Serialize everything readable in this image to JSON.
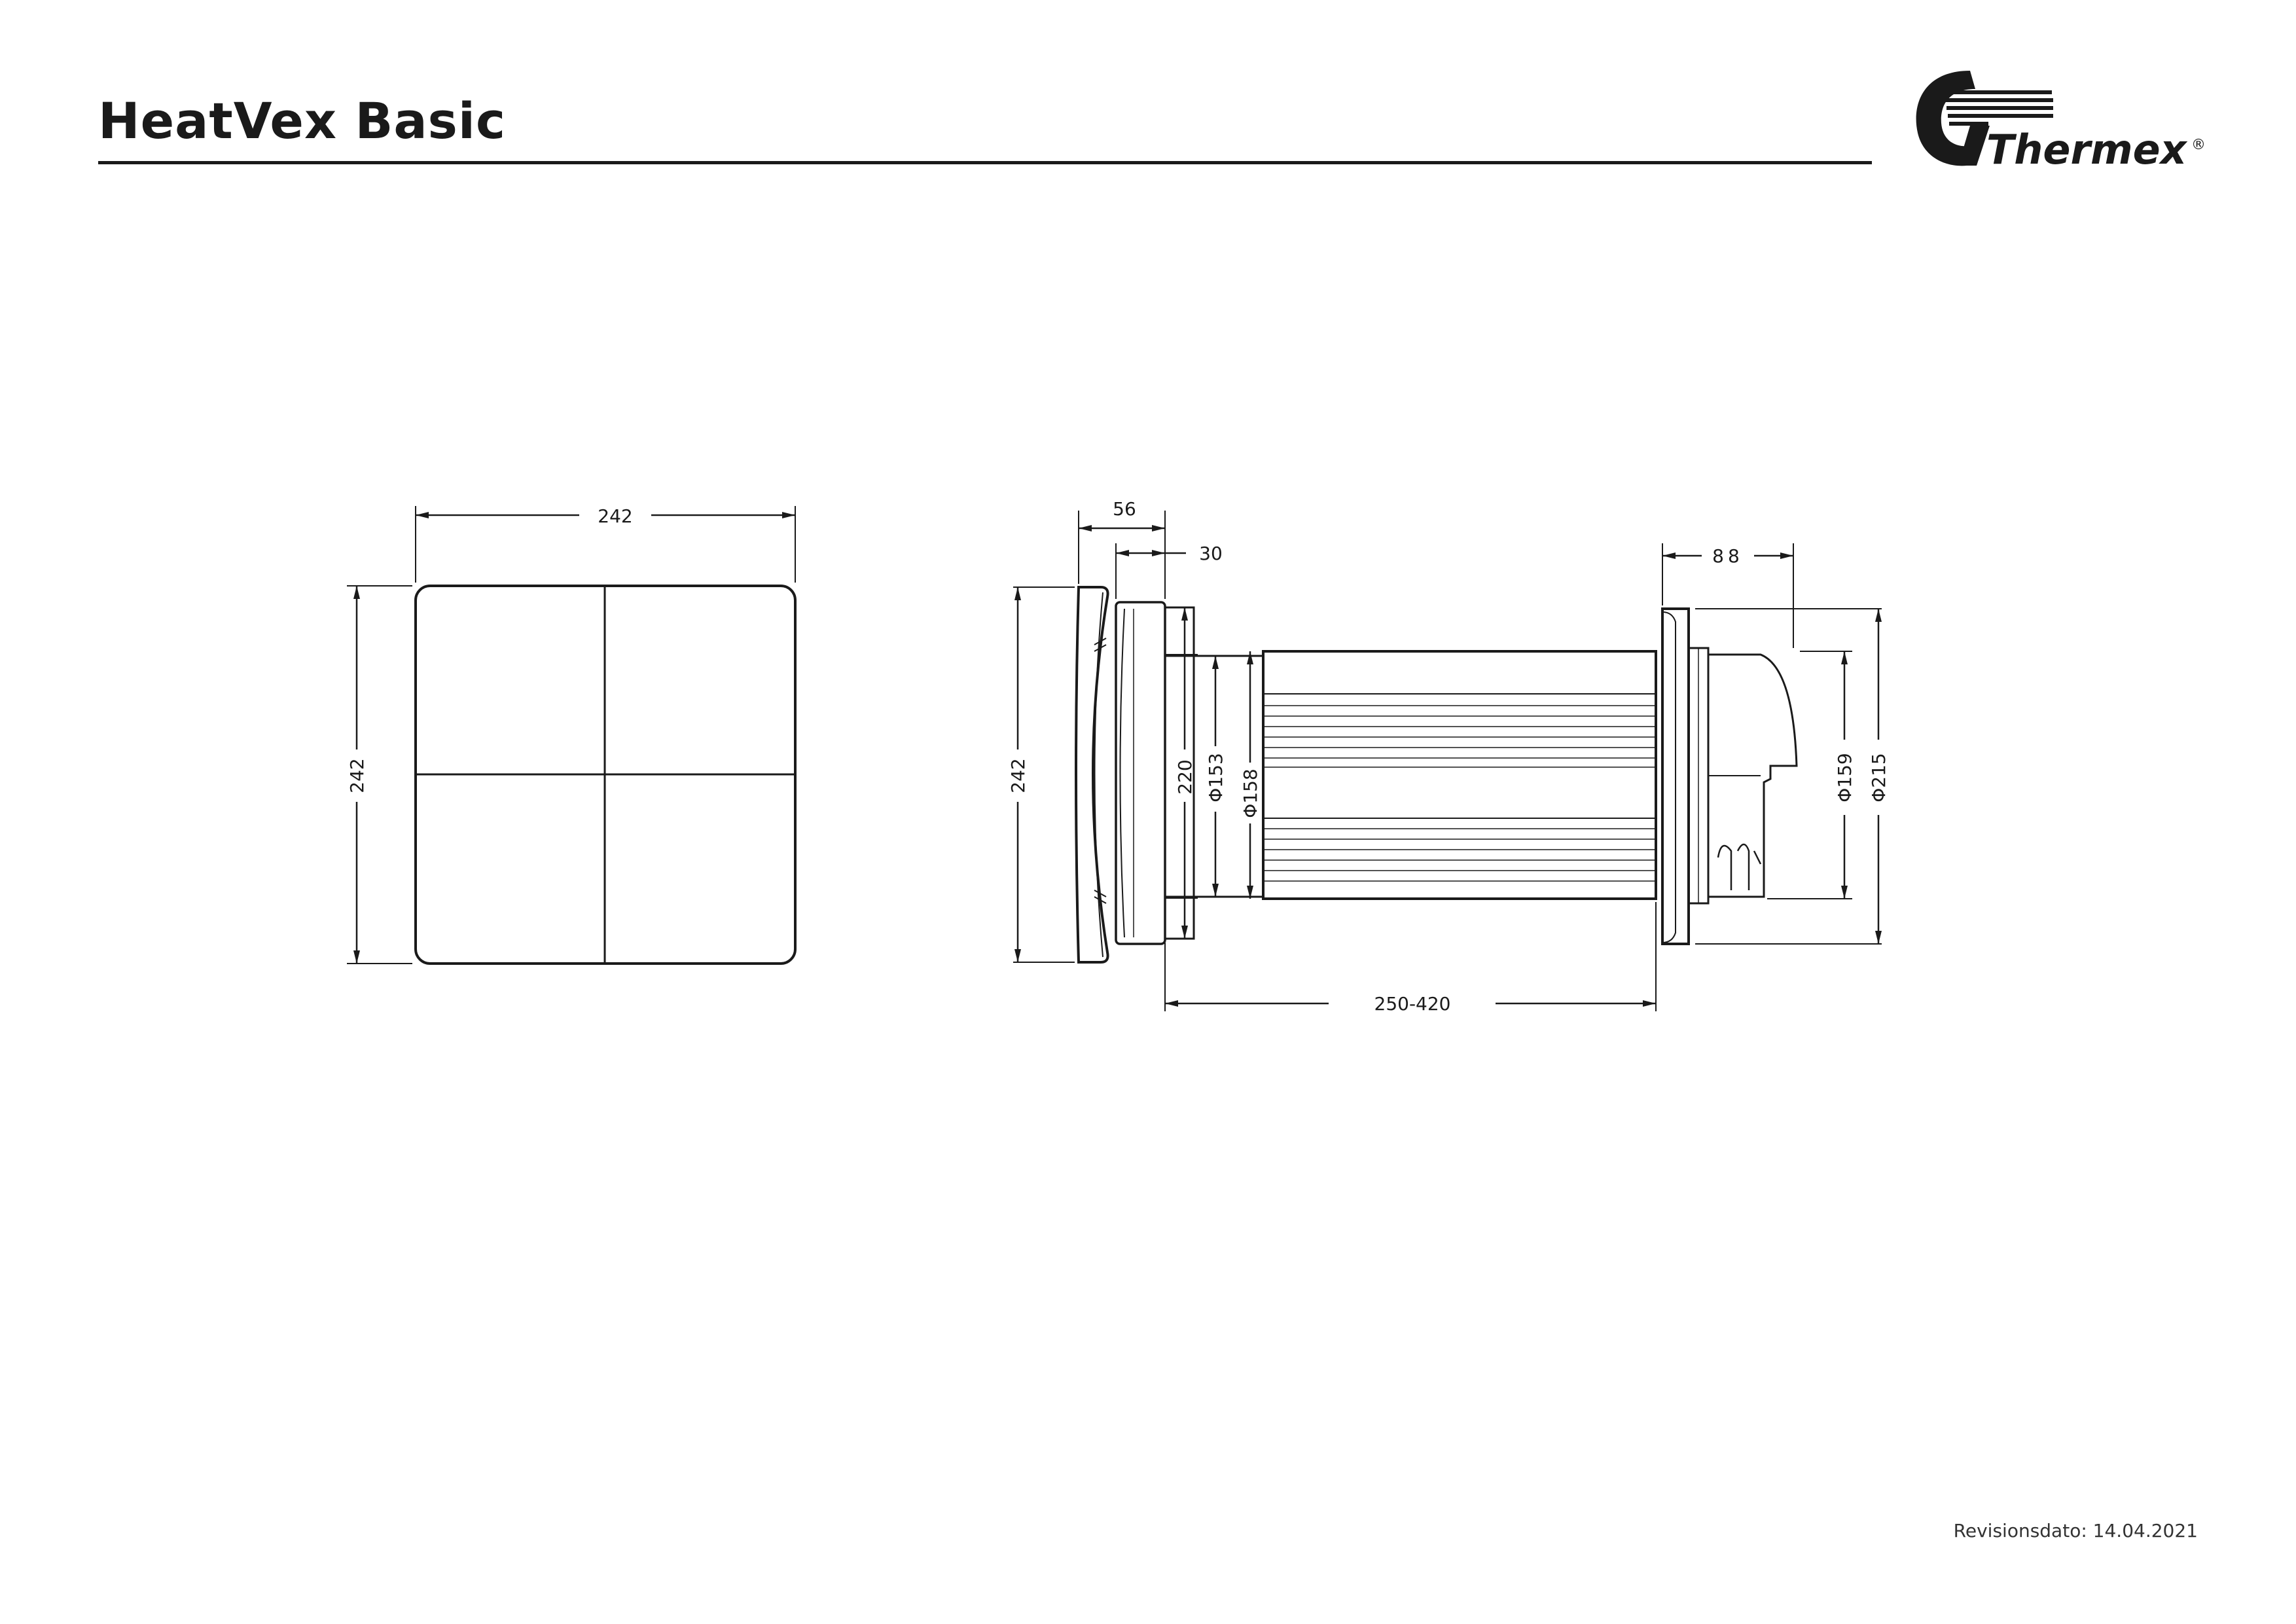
{
  "document": {
    "title": "HeatVex Basic",
    "revision_label": "Revisionsdato:",
    "revision_date": "14.04.2021"
  },
  "logo": {
    "brand": "Thermex",
    "registered_mark": "®",
    "icon": "thermex-logo-icon"
  },
  "front_view": {
    "width_dim": "242",
    "height_dim": "242"
  },
  "side_view": {
    "height_dim": "242",
    "cover_depth_dim": "56",
    "plate_depth_dim": "30",
    "inner_height_dim": "220",
    "tube_inner_dia_dim": "Φ153",
    "tube_outer_dia_dim": "Φ158",
    "tube_length_dim": "250-420",
    "hood_depth_dim": "88",
    "hood_inner_dia_dim": "Φ159",
    "hood_outer_dia_dim": "Φ215"
  },
  "colors": {
    "line": "#1a1a1a",
    "background": "#ffffff"
  }
}
